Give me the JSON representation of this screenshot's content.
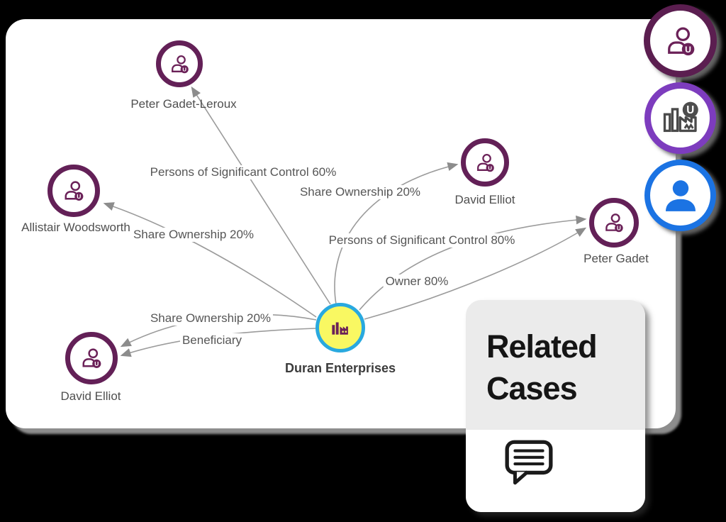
{
  "graph": {
    "center_node": {
      "label": "Duran Enterprises",
      "type": "company"
    },
    "nodes": [
      {
        "label": "Peter Gadet-Leroux",
        "type": "person"
      },
      {
        "label": "David Elliot",
        "type": "person"
      },
      {
        "label": "Allistair Woodsworth",
        "type": "person"
      },
      {
        "label": "Peter Gadet",
        "type": "person"
      },
      {
        "label": "David Elliot",
        "type": "person"
      }
    ],
    "edges": [
      {
        "from": "Duran Enterprises",
        "to": "Peter Gadet-Leroux",
        "label": "Persons of Significant Control 60%"
      },
      {
        "from": "Duran Enterprises",
        "to": "David Elliot",
        "label": "Share Ownership 20%"
      },
      {
        "from": "Duran Enterprises",
        "to": "Allistair Woodsworth",
        "label": "Share Ownership 20%"
      },
      {
        "from": "Duran Enterprises",
        "to": "Peter Gadet",
        "label": "Persons of Significant Control 80%"
      },
      {
        "from": "Duran Enterprises",
        "to": "Peter Gadet",
        "label": "Owner 80%"
      },
      {
        "from": "Duran Enterprises",
        "to": "David Elliot",
        "label": "Share Ownership 20%"
      },
      {
        "from": "Duran Enterprises",
        "to": "David Elliot",
        "label": "Beneficiary"
      }
    ],
    "badge_letter": "U"
  },
  "panel": {
    "title": "Related Cases",
    "icon": "chat-icon"
  },
  "side_badges": [
    {
      "icon": "person-u-icon"
    },
    {
      "icon": "company-u-icon"
    },
    {
      "icon": "person-icon"
    }
  ],
  "colors": {
    "person_ring": "#632057",
    "company_fill": "#f9f862",
    "company_ring": "#29a9df",
    "icon_plum": "#6b2158",
    "edge": "#9b9b9b",
    "panel_header": "#ebebeb",
    "purple_ring": "#7d3cbe",
    "blue_ring": "#1b73e3"
  }
}
